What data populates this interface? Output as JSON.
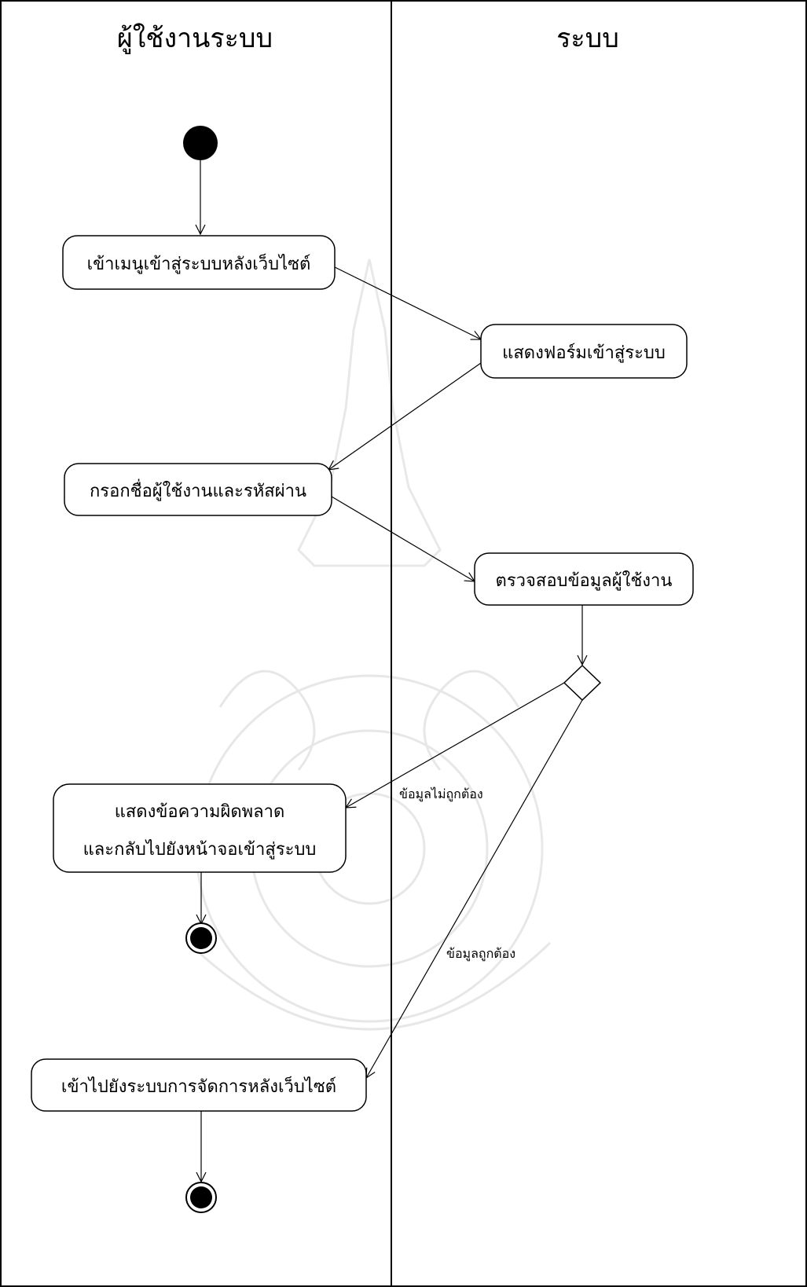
{
  "lanes": {
    "user": "ผู้ใช้งานระบบ",
    "system": "ระบบ"
  },
  "actions": {
    "open_menu": "เข้าเมนูเข้าสู่ระบบหลังเว็บไซต์",
    "show_form": "แสดงฟอร์มเข้าสู่ระบบ",
    "enter_credentials": "กรอกชื่อผู้ใช้งานและรหัสผ่าน",
    "verify": "ตรวจสอบข้อมูลผู้ใช้งาน",
    "error_line1": "แสดงข้อความผิดพลาด",
    "error_line2": "และกลับไปยังหน้าจอเข้าสู่ระบบ",
    "enter_admin": "เข้าไปยังระบบการจัดการหลังเว็บไซต์"
  },
  "guards": {
    "invalid": "ข้อมูลไม่ถูกต้อง",
    "valid": "ข้อมูลถูกต้อง"
  }
}
